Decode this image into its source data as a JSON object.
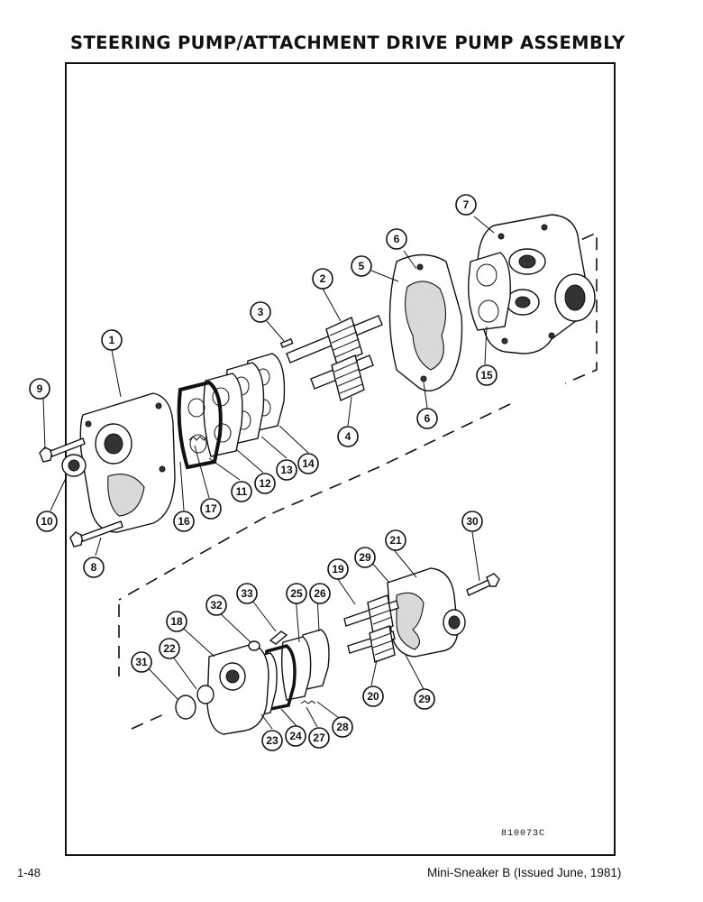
{
  "page_title": "STEERING PUMP/ATTACHMENT DRIVE PUMP ASSEMBLY",
  "figure_code": "810073C",
  "page_number": "1-48",
  "footer_note": "Mini-Sneaker B (Issued June, 1981)",
  "callouts": {
    "c1": "1",
    "c2": "2",
    "c3": "3",
    "c4": "4",
    "c5": "5",
    "c6a": "6",
    "c6b": "6",
    "c7": "7",
    "c8": "8",
    "c9": "9",
    "c10": "10",
    "c11": "11",
    "c12": "12",
    "c13": "13",
    "c14": "14",
    "c15": "15",
    "c16": "16",
    "c17": "17",
    "c18": "18",
    "c19": "19",
    "c20": "20",
    "c21": "21",
    "c22": "22",
    "c23": "23",
    "c24": "24",
    "c25": "25",
    "c26": "26",
    "c27": "27",
    "c28": "28",
    "c29a": "29",
    "c29b": "29",
    "c30": "30",
    "c31": "31",
    "c32": "32",
    "c33": "33"
  }
}
